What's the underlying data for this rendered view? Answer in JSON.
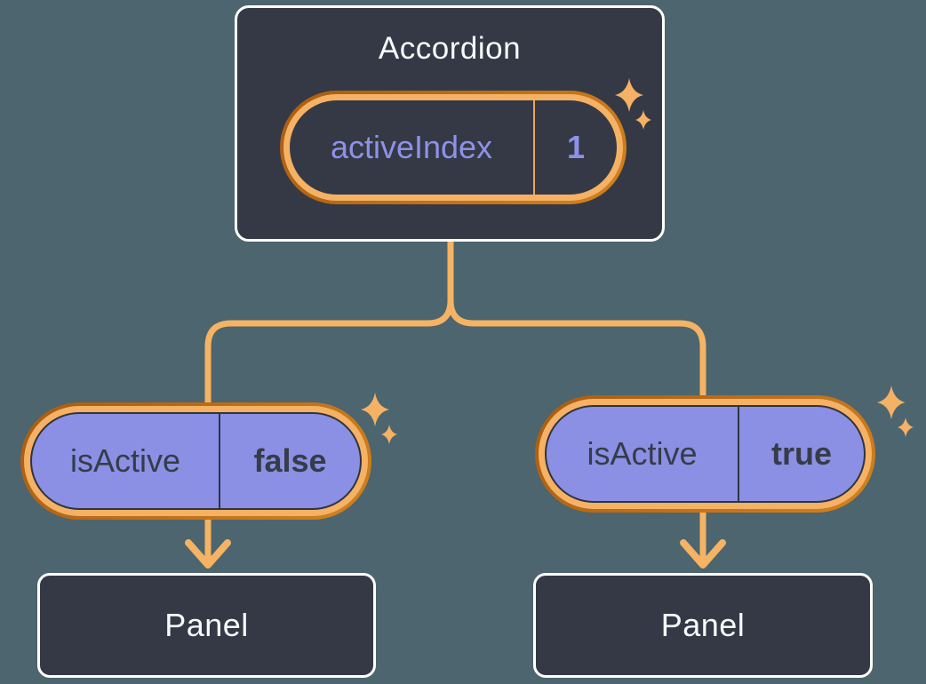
{
  "diagram": {
    "type": "component-tree",
    "root": {
      "title": "Accordion",
      "pill": {
        "label": "activeIndex",
        "value": "1"
      }
    },
    "children": [
      {
        "pill": {
          "label": "isActive",
          "value": "false"
        },
        "panel_label": "Panel"
      },
      {
        "pill": {
          "label": "isActive",
          "value": "true"
        },
        "panel_label": "Panel"
      }
    ]
  },
  "icons": {
    "sparkles": "✦✦",
    "arrow_down": "↓"
  },
  "colors": {
    "background": "#4D656E",
    "card_fill": "#343945",
    "card_border": "#FFFFFF",
    "title_text": "#F7FAFC",
    "pill_ring_dark": "#C0691C",
    "pill_ring_light": "#F5B164",
    "pill_purple_fill": "#8B90E4",
    "pill_purple_border": "#2E3440",
    "pill_dark_divider": "#EDA557",
    "purple_text": "#8D92E8",
    "dark_text": "#363C48",
    "connector": "#F5B363"
  }
}
